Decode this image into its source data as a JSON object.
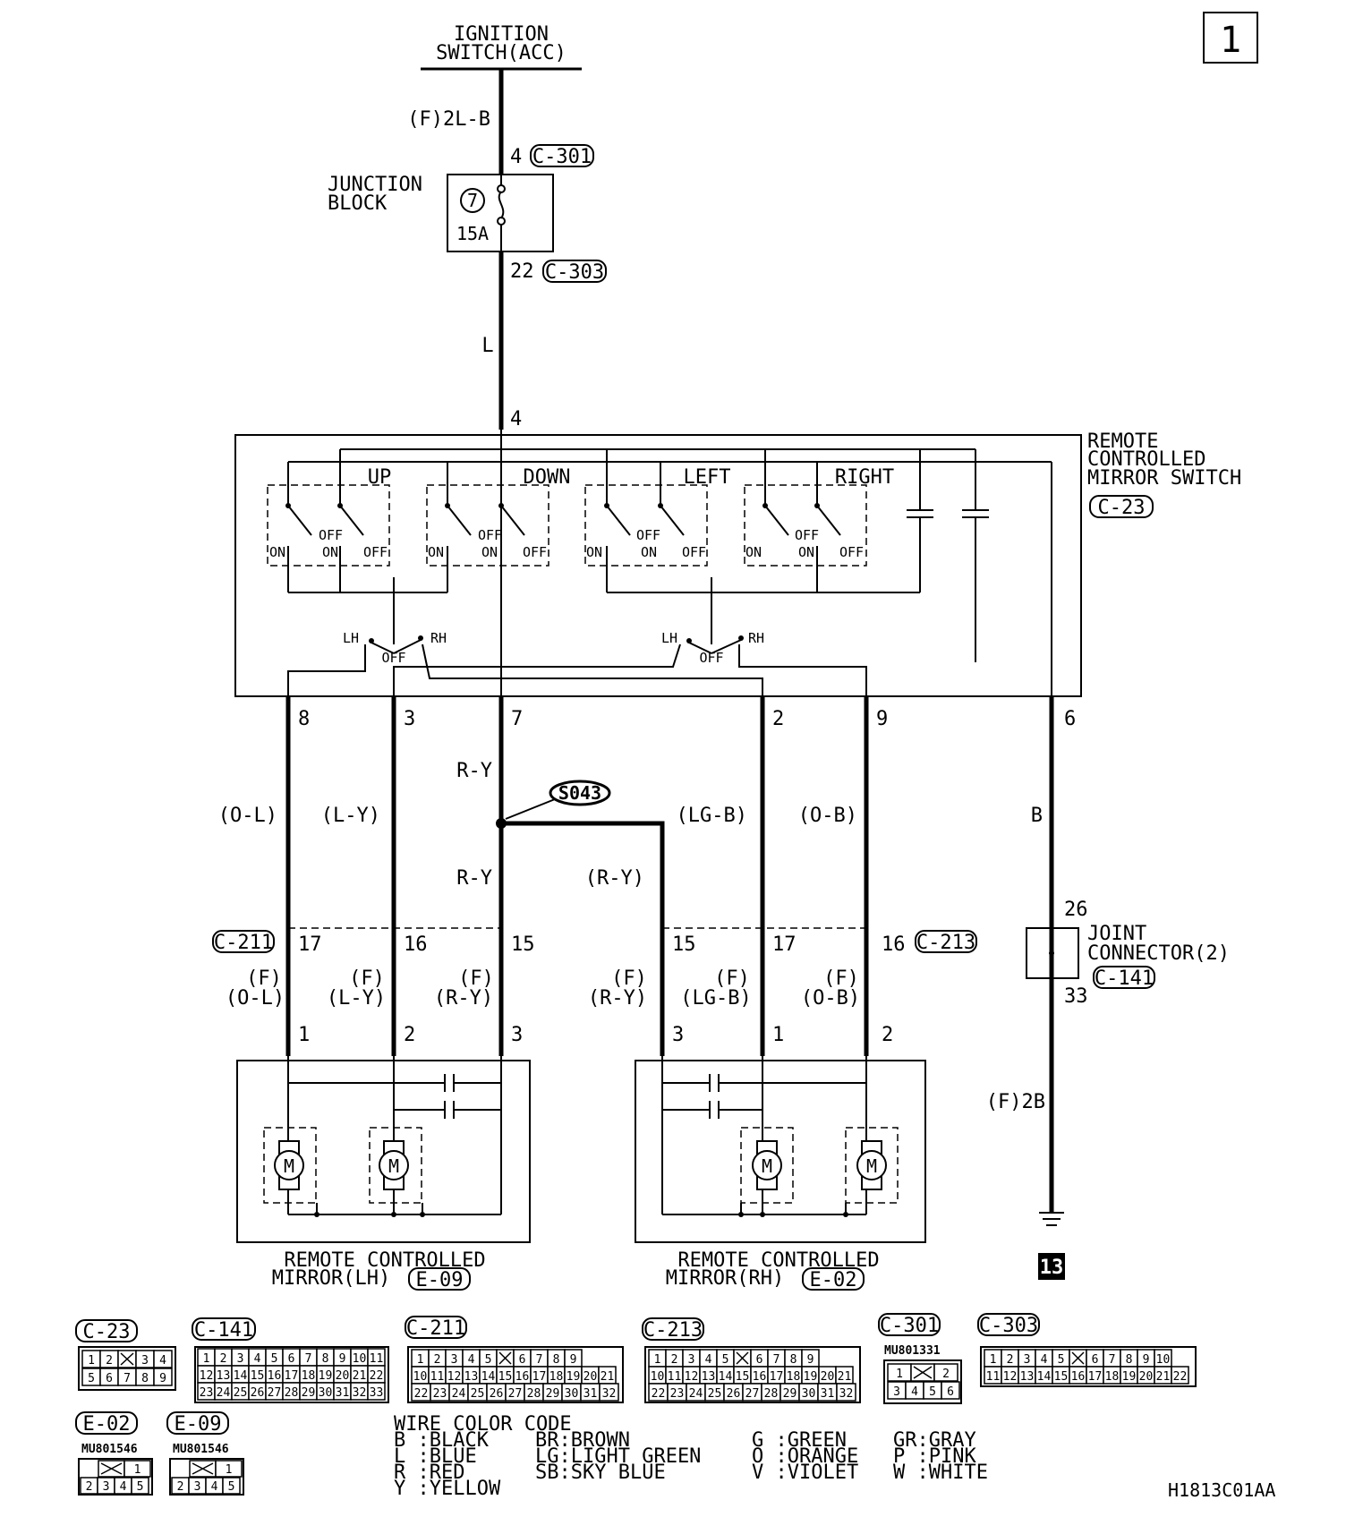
{
  "page_number": "1",
  "diagram_code": "H1813C01AA",
  "top": {
    "line1": "IGNITION",
    "line2": "SWITCH(ACC)",
    "wire": "(F)2L-B",
    "pin_in": "4",
    "conn_in": "C-301"
  },
  "junction_block": {
    "line1": "JUNCTION",
    "line2": "BLOCK",
    "fuse_no": "7",
    "fuse_amp": "15A",
    "pin_out": "22",
    "conn_out": "C-303",
    "wire_out": "L"
  },
  "mirror_switch": {
    "line1": "REMOTE",
    "line2": "CONTROLLED",
    "line3": "MIRROR SWITCH",
    "conn": "C-23",
    "pin_in": "4",
    "sections": [
      "UP",
      "DOWN",
      "LEFT",
      "RIGHT"
    ],
    "on": "ON",
    "off": "OFF",
    "lh": "LH",
    "rh": "RH",
    "out_pins": [
      "8",
      "3",
      "7",
      "2",
      "9",
      "6"
    ]
  },
  "wires_upper": [
    "(O-L)",
    "(L-Y)",
    "R-Y",
    "(LG-B)",
    "(O-B)",
    "B"
  ],
  "splice": {
    "label": "S043",
    "wire_down": "R-Y",
    "wire_right": "(R-Y)"
  },
  "c211": {
    "conn": "C-211",
    "pins": [
      "17",
      "16",
      "15"
    ]
  },
  "c213": {
    "conn": "C-213",
    "pins": [
      "15",
      "17",
      "16"
    ]
  },
  "lower_lh": {
    "f": "(F)",
    "wires": [
      "(O-L)",
      "(L-Y)",
      "(R-Y)"
    ],
    "pins": [
      "1",
      "2",
      "3"
    ]
  },
  "lower_rh": {
    "f": "(F)",
    "wires": [
      "(R-Y)",
      "(LG-B)",
      "(O-B)"
    ],
    "pins": [
      "3",
      "1",
      "2"
    ]
  },
  "joint": {
    "line1": "JOINT",
    "line2": "CONNECTOR(2)",
    "conn": "C-141",
    "pin_in": "26",
    "pin_out": "33",
    "wire_out": "(F)2B",
    "ground": "13"
  },
  "mirror_lh": {
    "line1": "REMOTE CONTROLLED",
    "line2": "MIRROR(LH)",
    "conn": "E-09"
  },
  "mirror_rh": {
    "line1": "REMOTE CONTROLLED",
    "line2": "MIRROR(RH)",
    "conn": "E-02"
  },
  "connector_views": {
    "c23": {
      "label": "C-23",
      "row1": [
        "1",
        "2",
        "",
        "3",
        "4"
      ],
      "row2": [
        "5",
        "6",
        "7",
        "8",
        "9"
      ]
    },
    "c141": {
      "label": "C-141",
      "row1": [
        "1",
        "2",
        "3",
        "4",
        "5",
        "6",
        "7",
        "8",
        "9",
        "10",
        "11"
      ],
      "row2": [
        "12",
        "13",
        "14",
        "15",
        "16",
        "17",
        "18",
        "19",
        "20",
        "21",
        "22"
      ],
      "row3": [
        "23",
        "24",
        "25",
        "26",
        "27",
        "28",
        "29",
        "30",
        "31",
        "32",
        "33"
      ]
    },
    "c211": {
      "label": "C-211",
      "row1": [
        "1",
        "2",
        "3",
        "4",
        "5",
        "",
        "6",
        "7",
        "8",
        "9"
      ],
      "row2": [
        "10",
        "11",
        "12",
        "13",
        "14",
        "15",
        "16",
        "17",
        "18",
        "19",
        "20",
        "21"
      ],
      "row3": [
        "22",
        "23",
        "24",
        "25",
        "26",
        "27",
        "28",
        "29",
        "30",
        "31",
        "32"
      ]
    },
    "c213": {
      "label": "C-213",
      "row1": [
        "1",
        "2",
        "3",
        "4",
        "5",
        "",
        "6",
        "7",
        "8",
        "9"
      ],
      "row2": [
        "10",
        "11",
        "12",
        "13",
        "14",
        "15",
        "16",
        "17",
        "18",
        "19",
        "20",
        "21"
      ],
      "row3": [
        "22",
        "23",
        "24",
        "25",
        "26",
        "27",
        "28",
        "29",
        "30",
        "31",
        "32"
      ]
    },
    "c301": {
      "label": "C-301",
      "part": "MU801331",
      "row1": [
        "1",
        "",
        "2"
      ],
      "row2": [
        "3",
        "4",
        "5",
        "6"
      ]
    },
    "c303": {
      "label": "C-303",
      "row1": [
        "1",
        "2",
        "3",
        "4",
        "5",
        "",
        "6",
        "7",
        "8",
        "9",
        "10"
      ],
      "row2": [
        "11",
        "12",
        "13",
        "14",
        "15",
        "16",
        "17",
        "18",
        "19",
        "20",
        "21",
        "22"
      ]
    },
    "e02": {
      "label": "E-02",
      "part": "MU801546",
      "row1": [
        "",
        "1"
      ],
      "row2": [
        "2",
        "3",
        "4",
        "5"
      ]
    },
    "e09": {
      "label": "E-09",
      "part": "MU801546",
      "row1": [
        "",
        "1"
      ],
      "row2": [
        "2",
        "3",
        "4",
        "5"
      ]
    }
  },
  "wire_color_code": {
    "title": "WIRE COLOR CODE",
    "col1": [
      "B :BLACK",
      "L :BLUE",
      "R :RED",
      "Y :YELLOW"
    ],
    "col2": [
      "BR:BROWN",
      "LG:LIGHT GREEN",
      "SB:SKY BLUE"
    ],
    "col3": [
      "G :GREEN",
      "O :ORANGE",
      "V :VIOLET"
    ],
    "col4": [
      "GR:GRAY",
      "P :PINK",
      "W :WHITE"
    ]
  }
}
